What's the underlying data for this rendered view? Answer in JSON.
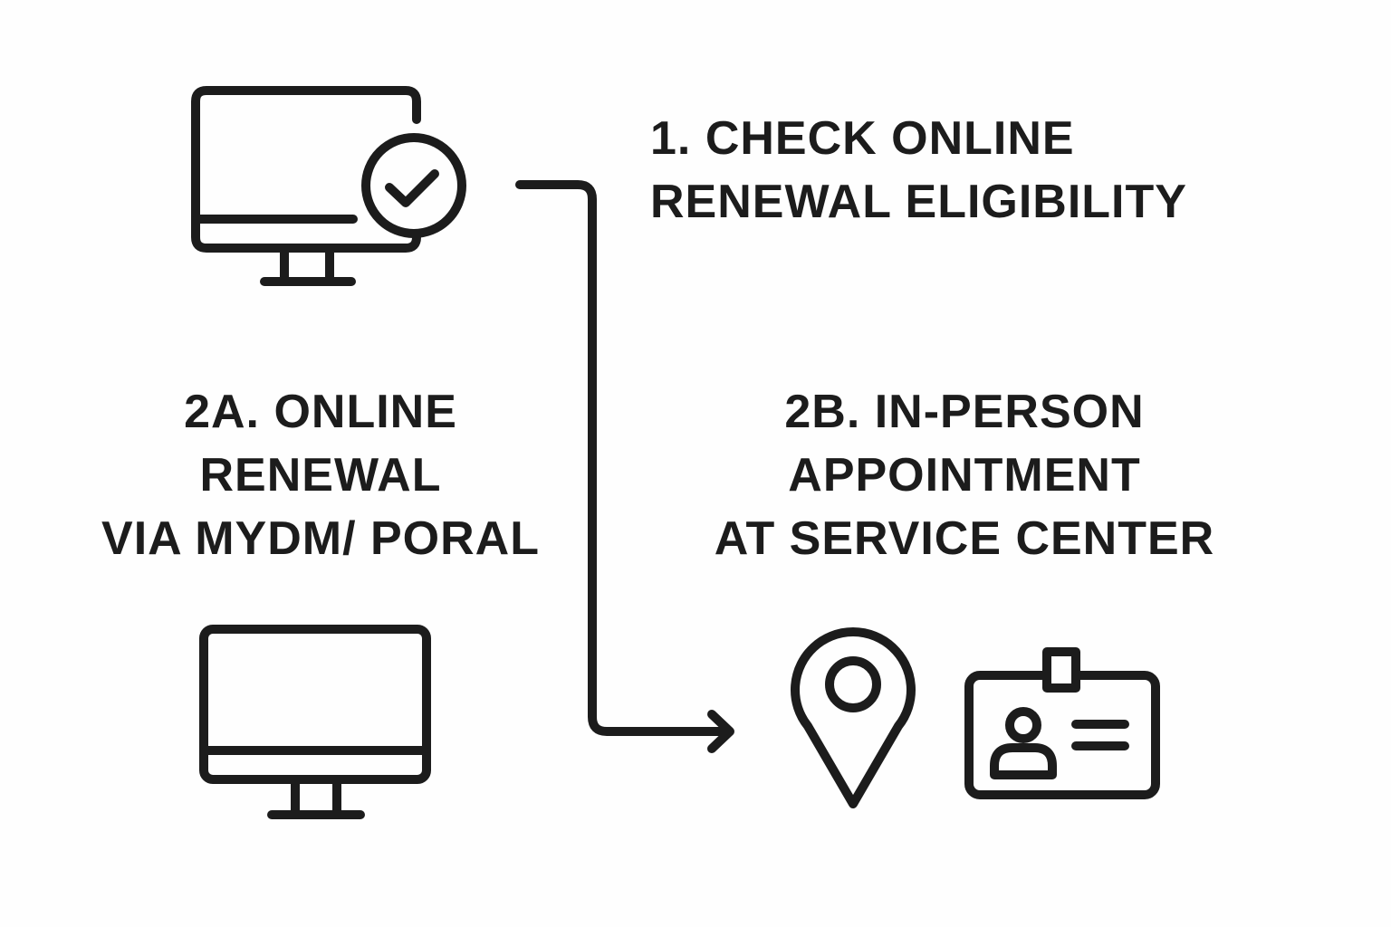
{
  "steps": {
    "step1": {
      "line1": "1. CHECK ONLINE",
      "line2": "RENEWAL ELIGIBILITY"
    },
    "step2a": {
      "line1": "2A. ONLINE",
      "line2": "RENEWAL",
      "line3": "VIA MYDM/ PORAL"
    },
    "step2b": {
      "line1": "2B. IN-PERSON",
      "line2": "APPOINTMENT",
      "line3": "AT SERVICE CENTER"
    }
  },
  "icons": {
    "step1": "computer-monitor-with-checkmark",
    "step2a": "computer-monitor",
    "step2b_location": "location-pin",
    "step2b_id": "id-badge"
  },
  "colors": {
    "ink": "#1c1c1c",
    "background": "#fefefe"
  }
}
